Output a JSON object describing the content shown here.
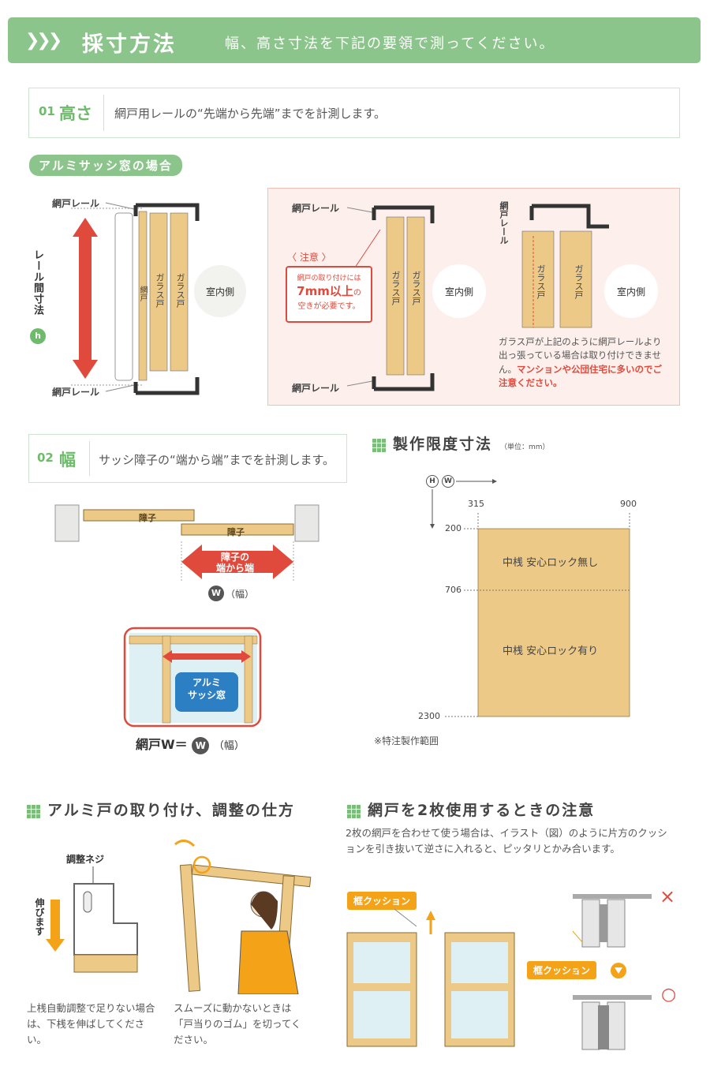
{
  "banner": {
    "title": "採寸方法",
    "subtitle": "幅、高さ寸法を下記の要領で測ってください。"
  },
  "step1": {
    "number": "01",
    "name": "高さ",
    "text": "網戸用レールの“先端から先端”までを計測します。"
  },
  "aluminum_label": "アルミサッシ窓の場合",
  "left_fig": {
    "rail_top": "網戸レール",
    "rail_bottom": "網戸レール",
    "dimension": "レール間寸法",
    "h_badge": "h",
    "arrow": "レールの先端から先端",
    "screen": "網戸",
    "glass1": "ガラス戸",
    "glass2": "ガラス戸",
    "indoor": "室内側"
  },
  "pink_fig": {
    "rail_top": "網戸レール",
    "rail_bottom": "網戸レール",
    "caution_title": "〈 注意 〉",
    "caution_line1": "網戸の取り付けには",
    "caution_big": "7mm以上",
    "caution_small": "の",
    "caution_line3": "空きが必要です。",
    "glass1": "ガラス戸",
    "glass2": "ガラス戸",
    "indoor": "室内側",
    "rail_vertical": "網戸レール",
    "glass3": "ガラス戸",
    "glass4": "ガラス戸",
    "indoor2": "室内側",
    "note_normal": "ガラス戸が上記のように網戸レールより出っ張っている場合は取り付けできません。",
    "note_red": "マンションや公団住宅に多いのでご注意ください。"
  },
  "step2": {
    "number": "02",
    "name": "幅",
    "text": "サッシ障子の“端から端”までを計測します。"
  },
  "width_fig": {
    "shoji1": "障子",
    "shoji2": "障子",
    "arrow": "障子の\n端から端",
    "w_badge": "W",
    "w_suffix": "（幅）",
    "alumi_line1": "アルミ",
    "alumi_line2": "サッシ窓",
    "formula_prefix": "網戸W＝",
    "formula_badge": "W",
    "formula_suffix": "（幅）"
  },
  "limits": {
    "title": "製作限度寸法",
    "unit": "（単位：mm）",
    "h_badge": "H",
    "w_badge": "W",
    "x_ticks": [
      "315",
      "900"
    ],
    "y_ticks": [
      "200",
      "706",
      "2300"
    ],
    "upper_label": "中桟  安心ロック無し",
    "lower_label": "中桟  安心ロック有り",
    "note": "※特注製作範囲"
  },
  "install": {
    "title": "アルミ戸の取り付け、調整の仕方",
    "screw_label": "調整ネジ",
    "extend_label": "伸びます",
    "caption1": "上桟自動調整で足りない場合は、下桟を伸ばしてください。",
    "caption2": "スムーズに動かないときは「戸当りのゴム」を切ってください。"
  },
  "two_screens": {
    "title": "網戸を2枚使用するときの注意",
    "desc": "2枚の網戸を合わせて使う場合は、イラスト（図）のように片方のクッションを引き抜いて逆さに入れると、ピッタリとかみ合います。",
    "cushion_tag1": "框クッション",
    "cushion_tag2": "框クッション",
    "ng_mark": "×",
    "ok_mark": "○"
  },
  "colors": {
    "green": "#8cc58b",
    "wood": "#ecc987",
    "red": "#e04a3c",
    "orange": "#f4a318"
  }
}
